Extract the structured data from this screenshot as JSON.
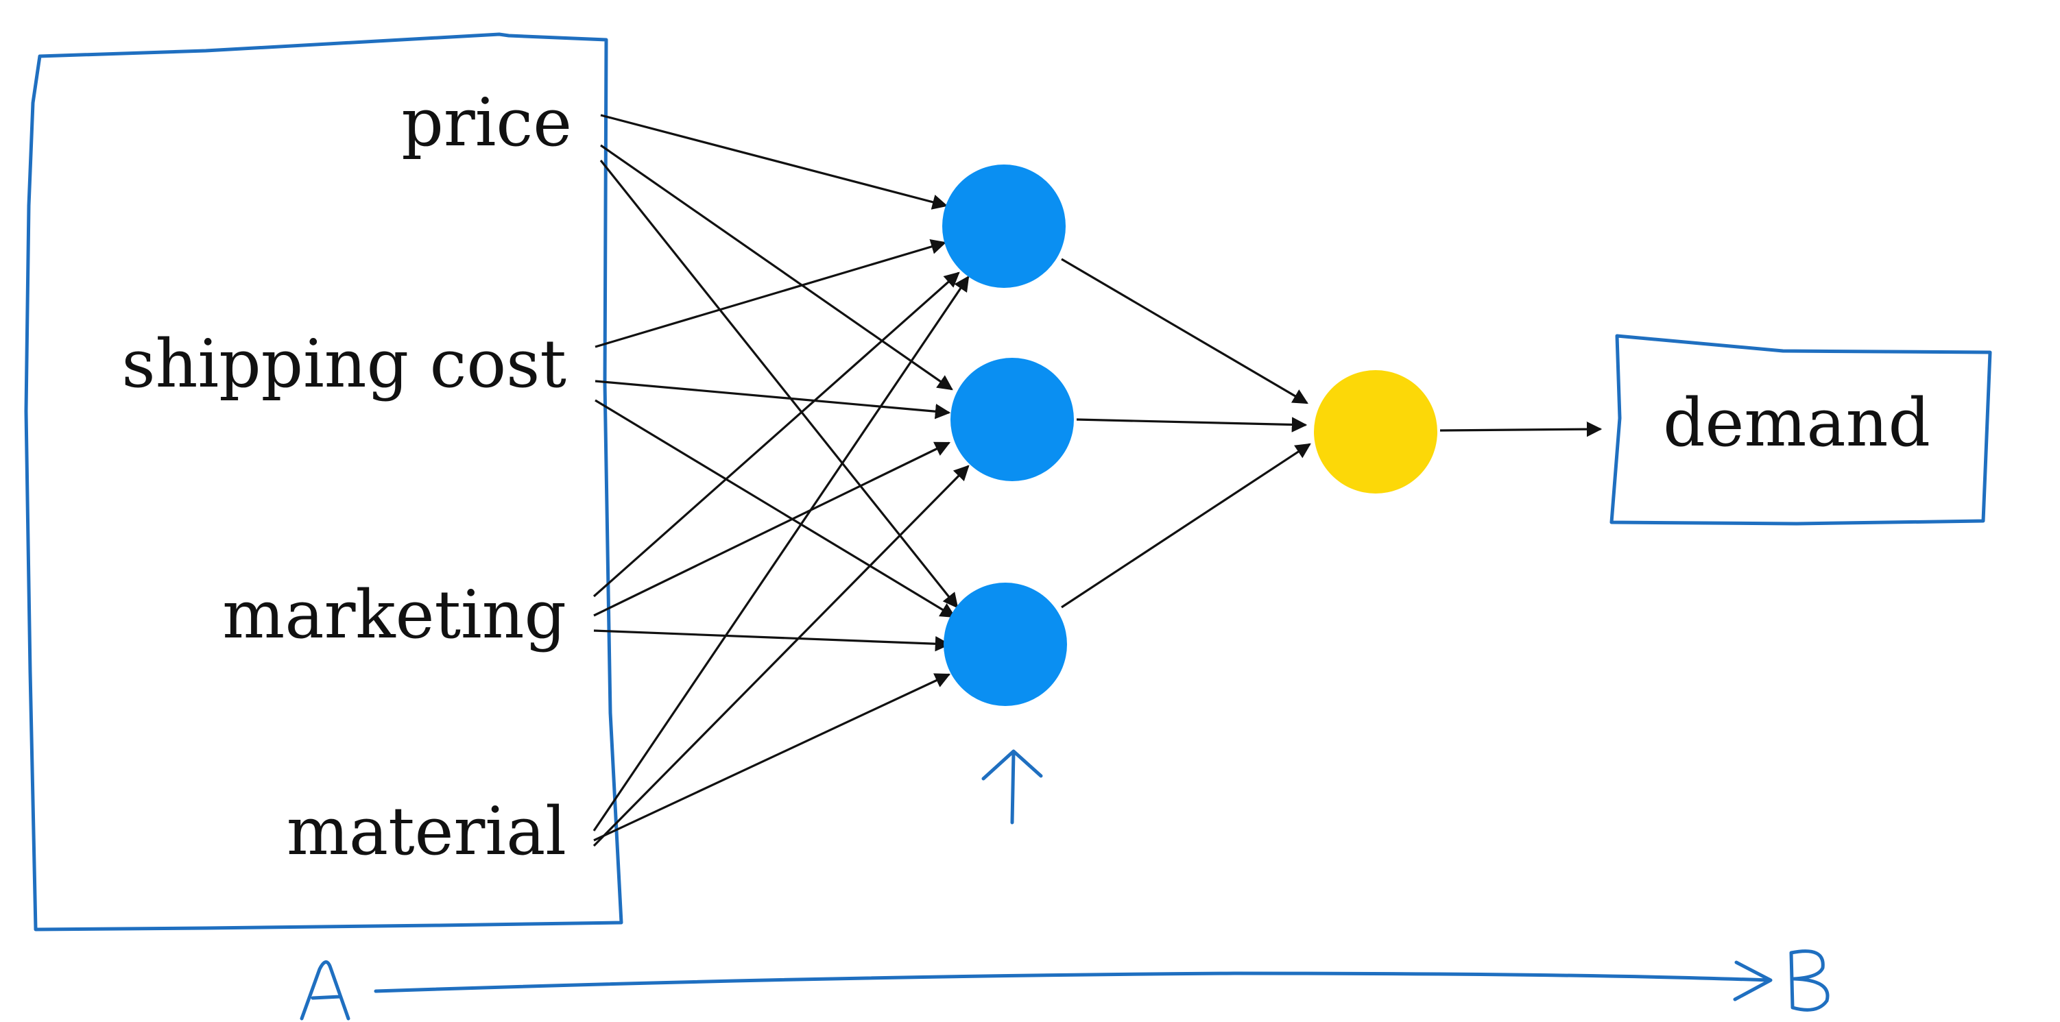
{
  "inputs": [
    {
      "id": "price",
      "label": "price"
    },
    {
      "id": "shipping-cost",
      "label": "shipping cost"
    },
    {
      "id": "marketing",
      "label": "marketing"
    },
    {
      "id": "material",
      "label": "material"
    }
  ],
  "hidden_layer": {
    "count": 3,
    "color": "#0a8ff2"
  },
  "output_node": {
    "color": "#fcd808"
  },
  "output": {
    "label": "demand"
  },
  "mapping": {
    "from": "A",
    "to": "B"
  },
  "ink_color": "#1f6fc0"
}
